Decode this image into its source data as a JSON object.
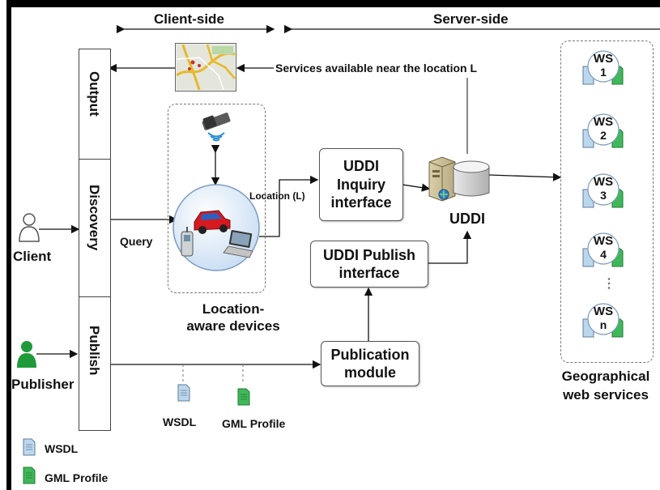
{
  "header": {
    "client_side": "Client-side",
    "server_side": "Server-side"
  },
  "layers": {
    "output": "Output",
    "discovery": "Discovery",
    "publish": "Publish"
  },
  "actors": {
    "client": "Client",
    "publisher": "Publisher"
  },
  "edges": {
    "query": "Query",
    "location": "Location (L)",
    "services_near": "Services available near the location L"
  },
  "boxes": {
    "uddi_inquiry": [
      "UDDI",
      "Inquiry",
      "interface"
    ],
    "uddi_publish": [
      "UDDI Publish",
      "interface"
    ],
    "publication_module": [
      "Publication",
      "module"
    ]
  },
  "uddi_label": "UDDI",
  "devices_caption": [
    "Location-",
    "aware devices"
  ],
  "web_services": {
    "items": [
      {
        "label": "WS",
        "num": "1"
      },
      {
        "label": "WS",
        "num": "2"
      },
      {
        "label": "WS",
        "num": "3"
      },
      {
        "label": "WS",
        "num": "4"
      },
      {
        "label": "WS",
        "num": "n"
      }
    ],
    "caption": [
      "Geographical",
      "web services"
    ],
    "ellipsis": "⋮"
  },
  "artifacts": {
    "wsdl": "WSDL",
    "gml": "GML Profile"
  },
  "legend": {
    "wsdl": "WSDL",
    "gml": "GML Profile"
  },
  "colors": {
    "wsdl_doc": "#bcd7ec",
    "gml_doc": "#3fb85a",
    "publisher": "#1f9a3a",
    "car": "#d71920"
  }
}
